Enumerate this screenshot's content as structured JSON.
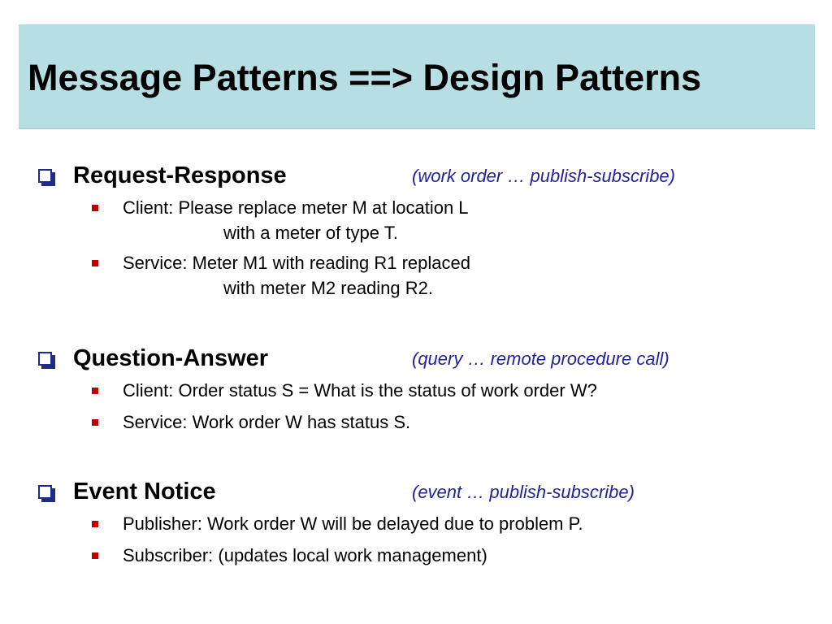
{
  "slide": {
    "title": "Message Patterns ==> Design Patterns",
    "colors": {
      "title_background": "#b7dfe3",
      "checkbox_bullet": "#1f2a8c",
      "square_bullet": "#c00000",
      "note_text": "#22229a"
    },
    "sections": [
      {
        "heading": "Request-Response",
        "note": "(work order … publish-subscribe)",
        "items": [
          {
            "line": "Client: Please replace meter M at location L",
            "continuation": "with a meter of type T."
          },
          {
            "line": "Service: Meter M1 with reading R1 replaced",
            "continuation": "with meter M2 reading R2."
          }
        ]
      },
      {
        "heading": "Question-Answer",
        "note": "(query … remote procedure call)",
        "items": [
          {
            "line": "Client: Order status S = What is the status of work order W?"
          },
          {
            "line": "Service: Work order W has status S."
          }
        ]
      },
      {
        "heading": "Event Notice",
        "note": "(event … publish-subscribe)",
        "items": [
          {
            "line": "Publisher: Work order W will be delayed due to problem P."
          },
          {
            "line": "Subscriber: (updates local work management)"
          }
        ]
      }
    ]
  }
}
